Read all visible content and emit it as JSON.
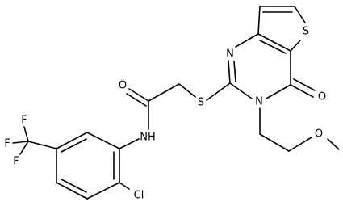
{
  "molecule": {
    "atoms": {
      "F_top": "F",
      "F_left": "F",
      "F_bottom": "F",
      "NH": "NH",
      "O_amide": "O",
      "S_thioether": "S",
      "N_pyrimidine": "N",
      "S_thiophene": "S",
      "N_ring": "N",
      "O_ketone": "O",
      "O_methoxy": "O",
      "Cl": "Cl"
    }
  }
}
